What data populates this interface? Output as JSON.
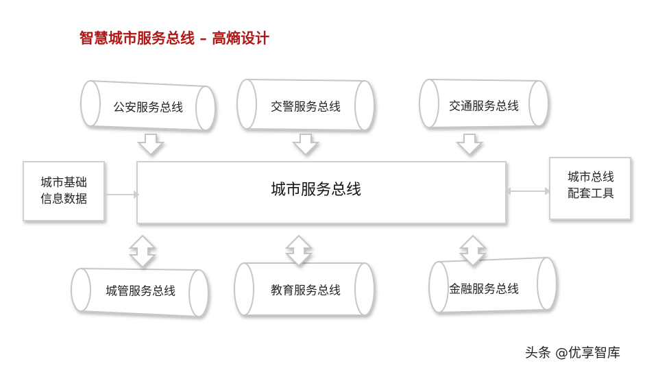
{
  "title": "智慧城市服务总线 – 高熵设计",
  "center_bus": "城市服务总线",
  "left_box": {
    "line1": "城市基础",
    "line2": "信息数据"
  },
  "right_box": {
    "line1": "城市总线",
    "line2": "配套工具"
  },
  "top_buses": [
    "公安服务总线",
    "交警服务总线",
    "交通服务总线"
  ],
  "bottom_buses": [
    "城管服务总线",
    "教育服务总线",
    "金融服务总线"
  ],
  "watermark": "头条 @优享智库"
}
